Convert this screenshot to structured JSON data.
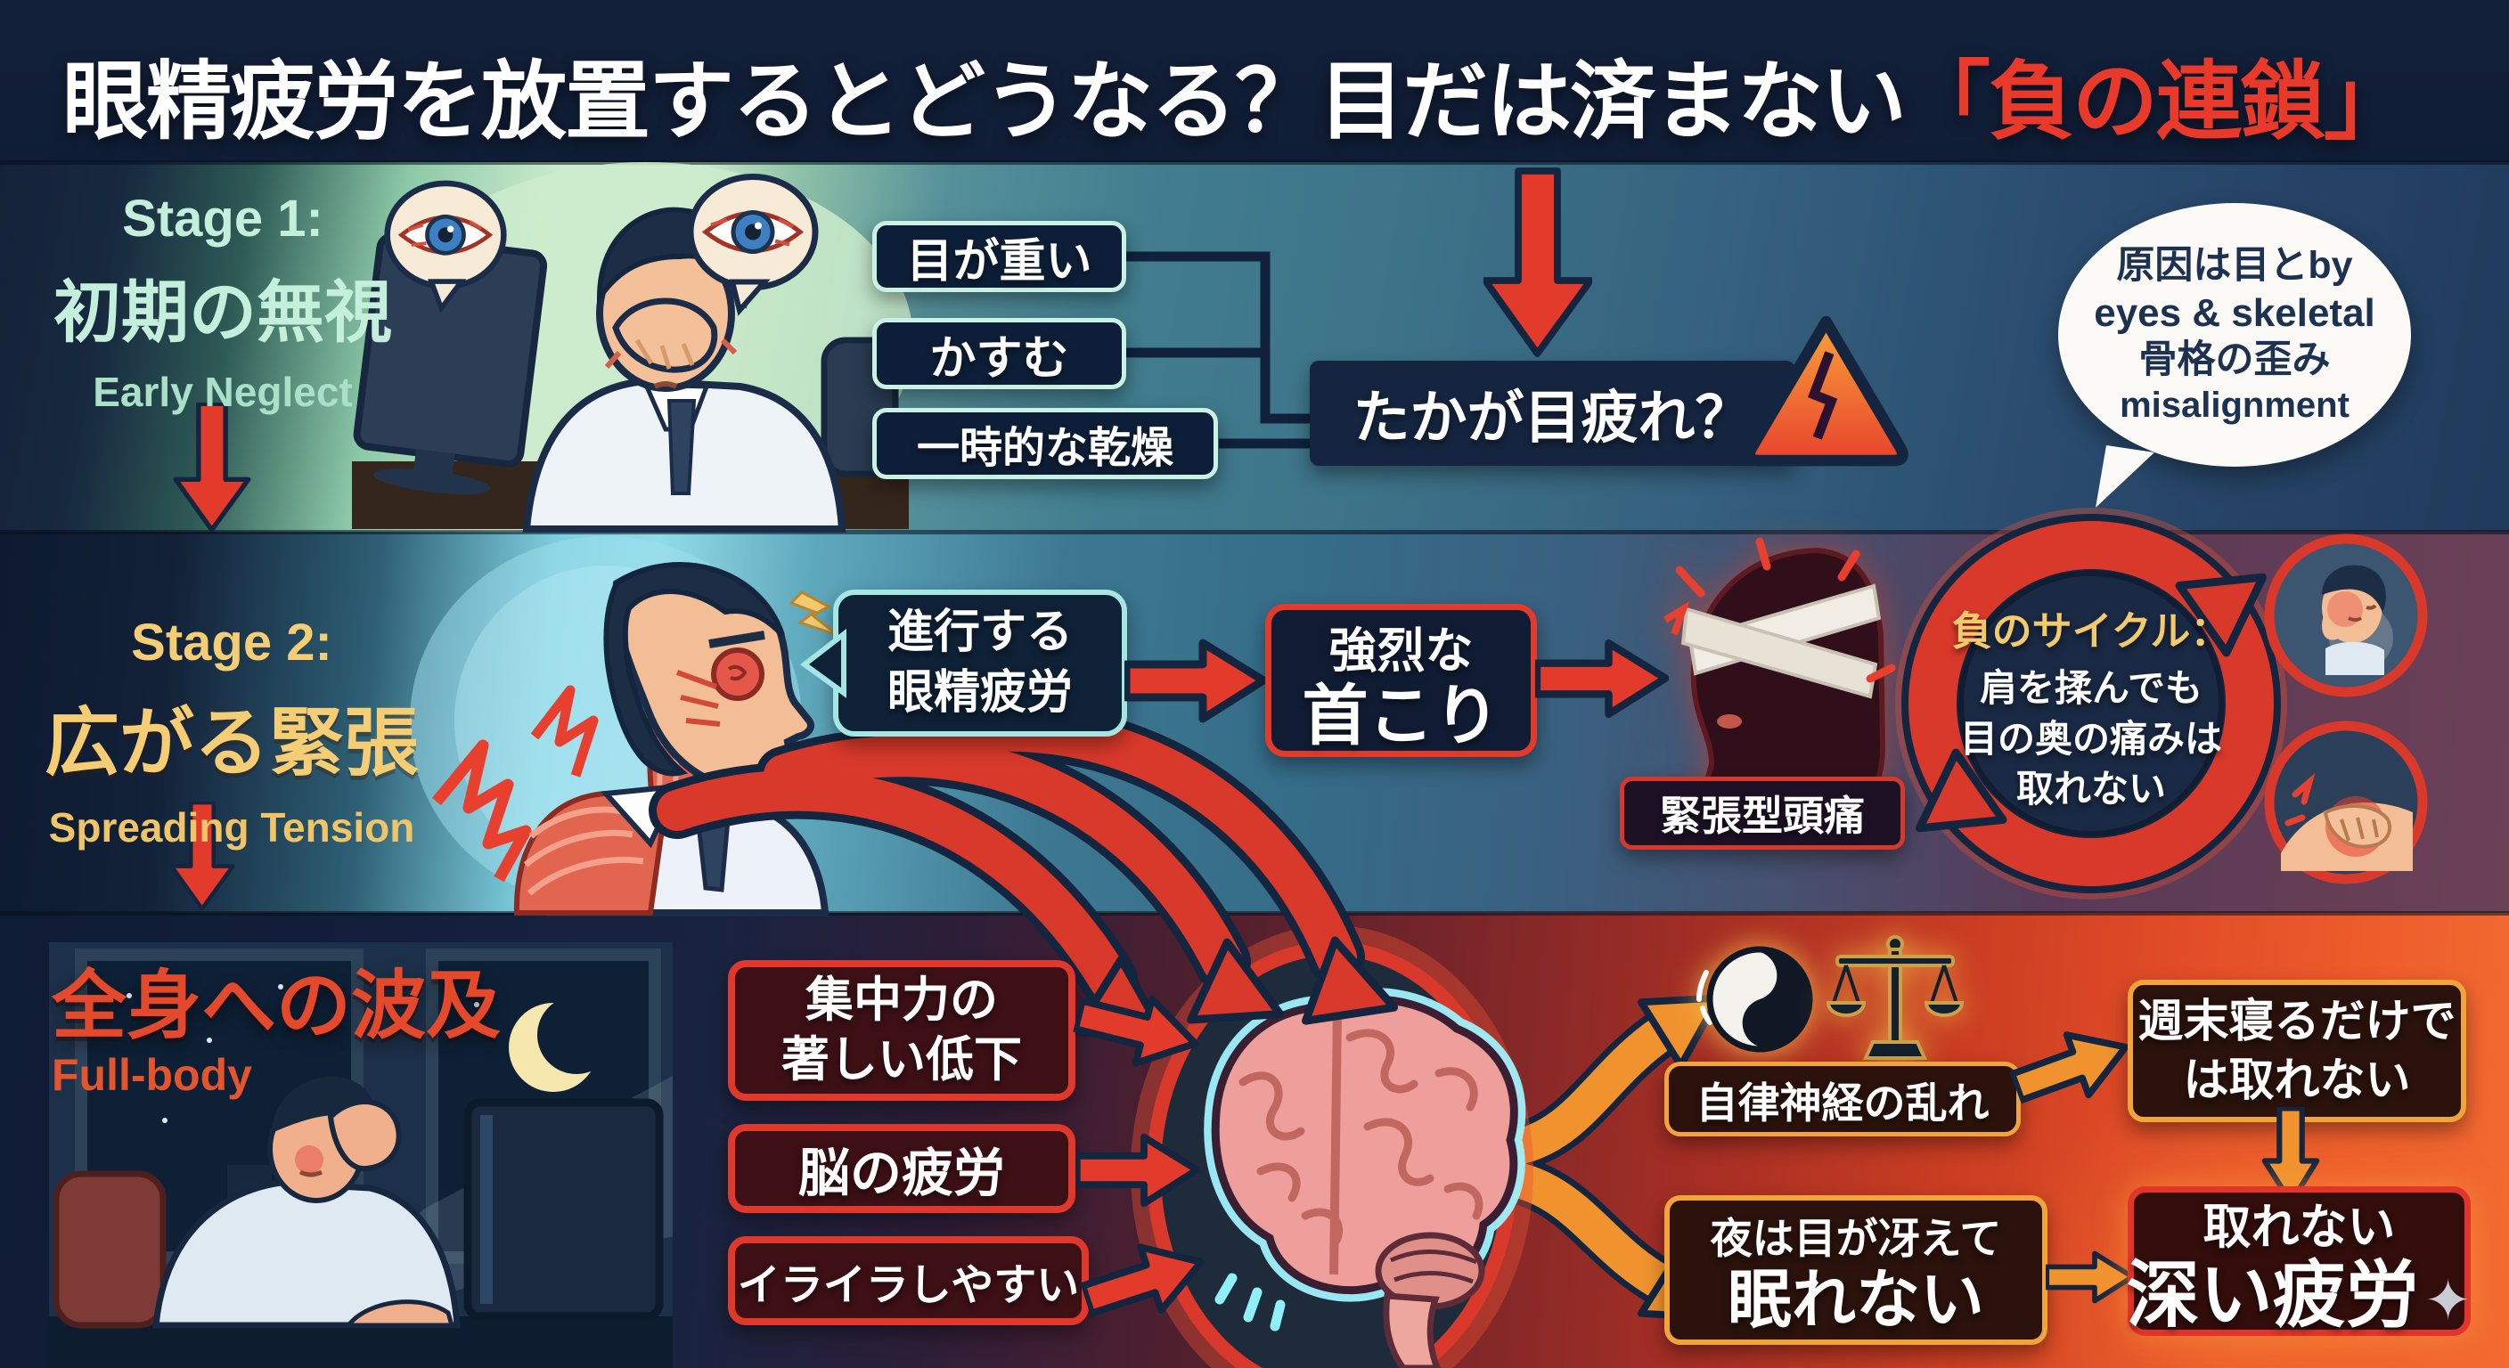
{
  "title": {
    "main": "眼精疲労を放置するとどうなる？目だは済まない",
    "highlight": "「負の連鎖」"
  },
  "stage1": {
    "label": "Stage 1:",
    "heading": "初期の無視",
    "subheading": "Early Neglect",
    "symptom1": "目が重い",
    "symptom2": "かすむ",
    "symptom3": "一時的な乾燥",
    "dismissal": "たかが目疲れ？",
    "bubble_line1": "原因は目とby",
    "bubble_line2": "eyes & skeletal",
    "bubble_line3": "骨格の歪み",
    "bubble_line4": "misalignment"
  },
  "stage2": {
    "label": "Stage 2:",
    "heading": "広がる緊張",
    "subheading": "Spreading Tension",
    "progress_line1": "進行する",
    "progress_line2": "眼精疲労",
    "neck_line1": "強烈な",
    "neck_line2": "首こり",
    "headache": "緊張型頭痛",
    "cycle_title": "負のサイクル：",
    "cycle_line1": "肩を揉んでも",
    "cycle_line2": "目の奥の痛みは",
    "cycle_line3": "取れない"
  },
  "stage3": {
    "heading": "全身への波及",
    "subheading": "Full-body",
    "effect1_line1": "集中力の",
    "effect1_line2": "著しい低下",
    "effect2": "脳の疲労",
    "effect3": "イライラしやすい",
    "autonomic": "自律神経の乱れ",
    "weekend_line1": "週末寝るだけで",
    "weekend_line2": "は取れない",
    "sleep_line1": "夜は目が冴えて",
    "sleep_line2": "眠れない",
    "fatigue_line1": "取れない",
    "fatigue_line2": "深い疲労"
  },
  "icons": {
    "sparkle": "✦"
  },
  "colors": {
    "accent_red": "#e23a2b",
    "accent_orange": "#f0932f",
    "mint": "#c4efdb",
    "gold": "#f2c96d",
    "navy": "#14253f",
    "title_red": "#e8392b"
  }
}
